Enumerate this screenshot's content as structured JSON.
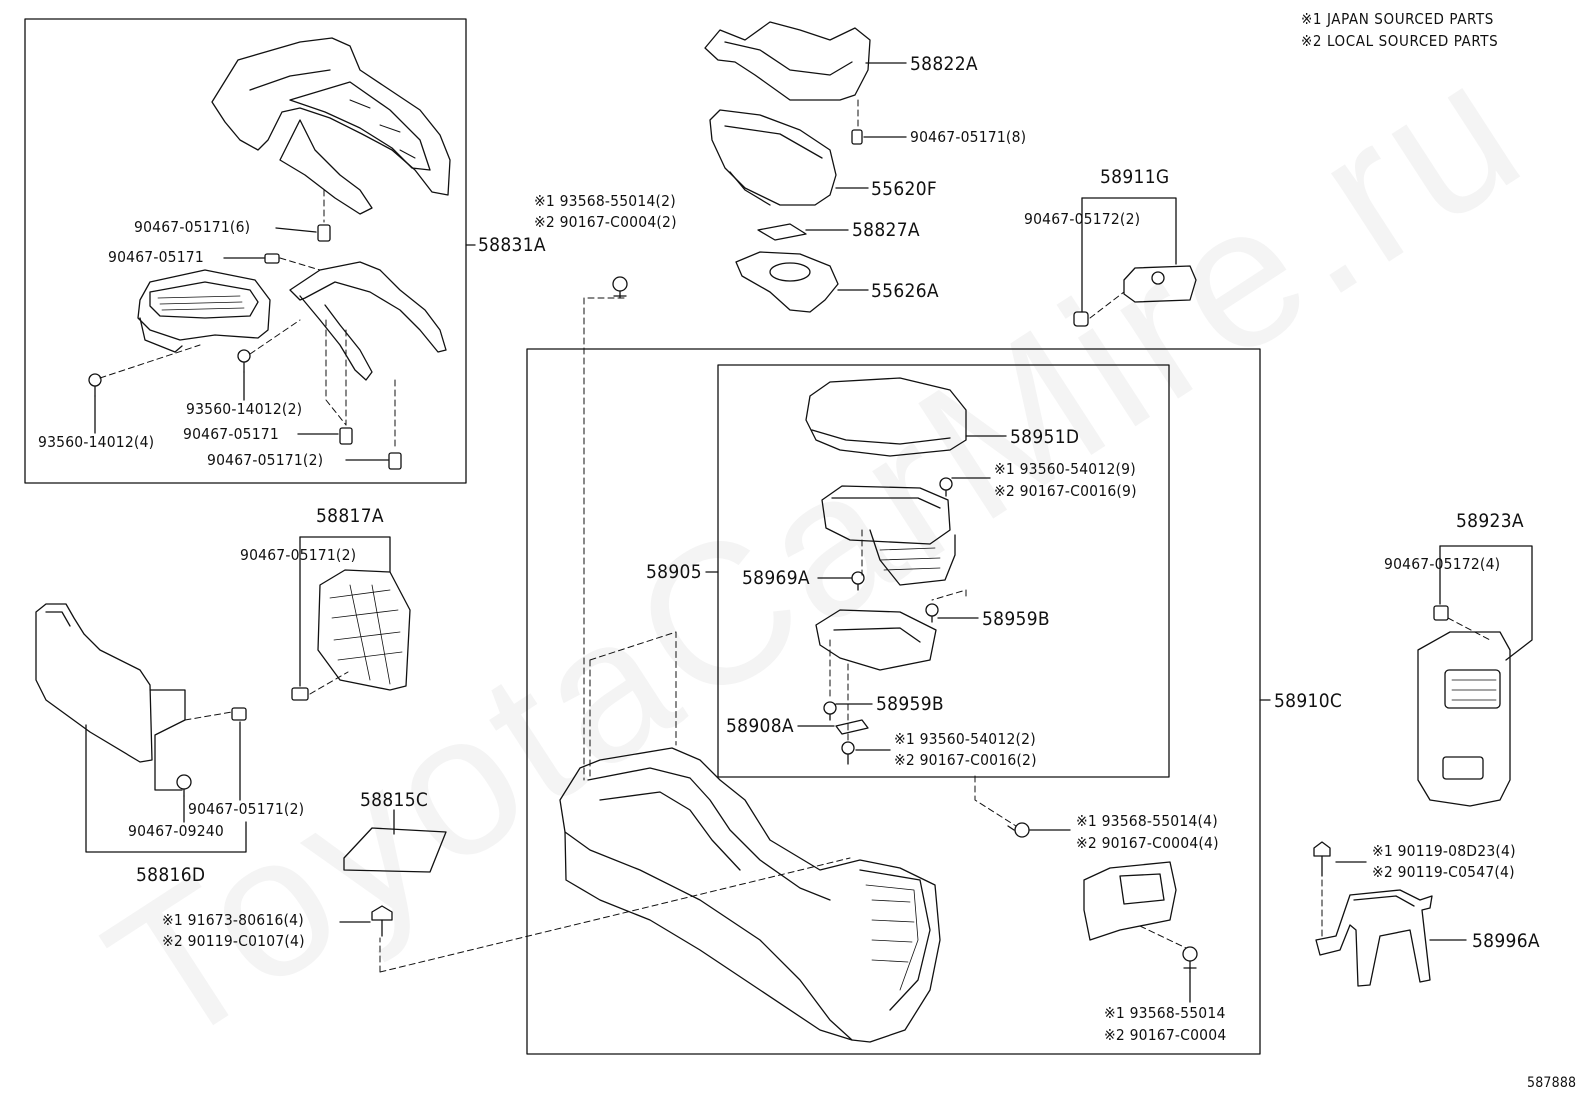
{
  "notes": [
    "※1 JAPAN SOURCED PARTS",
    "※2 LOCAL SOURCED PARTS"
  ],
  "watermark": "ToyotaCarMire.ru",
  "footer_code": "587888",
  "labels": {
    "p58831A": "58831A",
    "p90467_05171_6": "90467-05171(6)",
    "p90467_05171_a": "90467-05171",
    "p93560_14012_2": "93560-14012(2)",
    "p90467_05171_b": "90467-05171",
    "p93560_14012_4": "93560-14012(4)",
    "p90467_05171_2a": "90467-05171(2)",
    "p58822A": "58822A",
    "p90467_05171_8": "90467-05171(8)",
    "p55620F": "55620F",
    "p58827A": "58827A",
    "p55626A": "55626A",
    "p93568_55014_2": "※1 93568-55014(2)",
    "p90167_C0004_2": "※2 90167-C0004(2)",
    "p58911G": "58911G",
    "p90467_05172_2": "90467-05172(2)",
    "p58951D": "58951D",
    "p93560_54012_9": "※1 93560-54012(9)",
    "p90167_C0016_9": "※2 90167-C0016(9)",
    "p58905": "58905",
    "p58969A": "58969A",
    "p58959B_a": "58959B",
    "p58959B_b": "58959B",
    "p58908A": "58908A",
    "p93560_54012_2": "※1 93560-54012(2)",
    "p90167_C0016_2": "※2 90167-C0016(2)",
    "p58910C": "58910C",
    "p58817A": "58817A",
    "p90467_05171_2b": "90467-05171(2)",
    "p90467_05171_2c": "90467-05171(2)",
    "p90467_09240": "90467-09240",
    "p58816D": "58816D",
    "p58815C": "58815C",
    "p91673_80616_4": "※1 91673-80616(4)",
    "p90119_C0107_4": "※2 90119-C0107(4)",
    "p93568_55014_4": "※1 93568-55014(4)",
    "p90167_C0004_4": "※2 90167-C0004(4)",
    "p93568_55014": "※1 93568-55014",
    "p90167_C0004": "※2 90167-C0004",
    "p58923A": "58923A",
    "p90467_05172_4": "90467-05172(4)",
    "p90119_08D23_4": "※1 90119-08D23(4)",
    "p90119_C0547_4": "※2 90119-C0547(4)",
    "p58996A": "58996A"
  }
}
